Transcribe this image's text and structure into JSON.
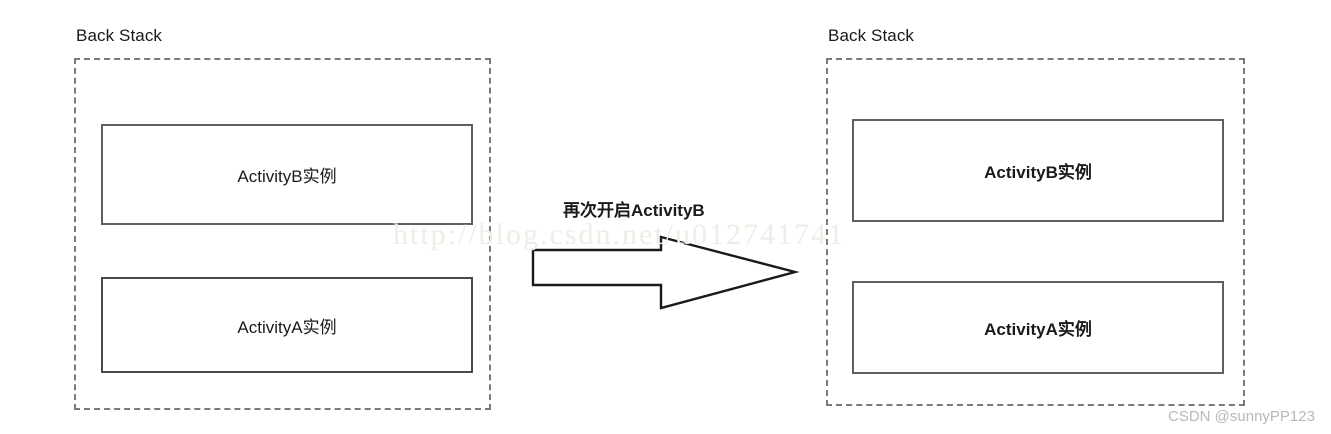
{
  "diagram": {
    "title_left": "Back Stack",
    "title_right": "Back Stack",
    "transition_label": "再次开启ActivityB",
    "panels": [
      {
        "id": "before",
        "label": "Back Stack",
        "boxes": [
          {
            "text": "ActivityB实例",
            "position": "top"
          },
          {
            "text": "ActivityA实例",
            "position": "bottom"
          }
        ]
      },
      {
        "id": "after",
        "label": "Back Stack",
        "boxes": [
          {
            "text": "ActivityB实例",
            "position": "top"
          },
          {
            "text": "ActivityA实例",
            "position": "bottom"
          }
        ]
      }
    ]
  },
  "watermarks": {
    "url": "http://blog.csdn.net/u012741741",
    "attribution": "CSDN @sunnyPP123"
  },
  "colors": {
    "dashed_border": "#7a7a7a",
    "box_border": "#5f5f5f",
    "text": "#1a1a1a",
    "watermark_url": "#f0ece6",
    "watermark_attribution": "#b8b8b8",
    "background": "#ffffff"
  }
}
